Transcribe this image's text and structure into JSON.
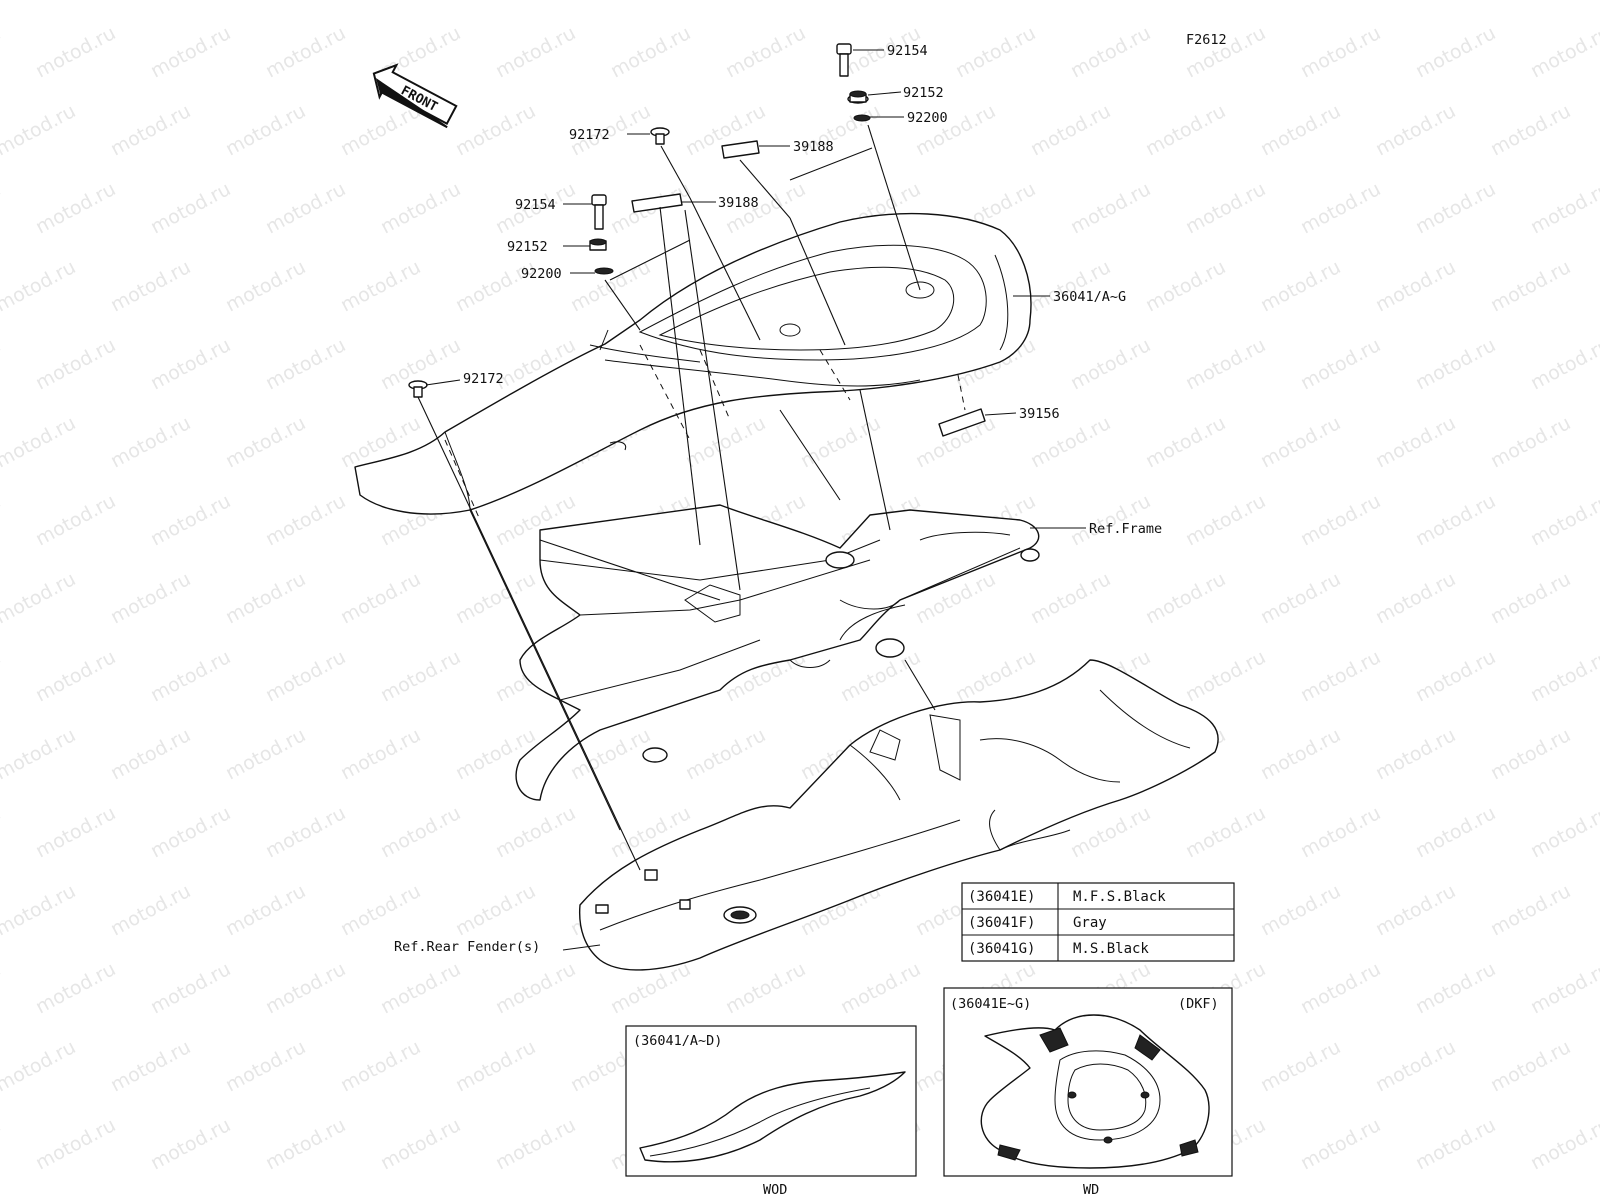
{
  "figure_code": "F2612",
  "front_label": "FRONT",
  "watermark": "motod.ru",
  "callouts": [
    {
      "id": "bolt-top",
      "text": "92154"
    },
    {
      "id": "collar-top",
      "text": "92152"
    },
    {
      "id": "washer-top",
      "text": "92200"
    },
    {
      "id": "clip-top",
      "text": "92172"
    },
    {
      "id": "label-top",
      "text": "39188"
    },
    {
      "id": "label-mid",
      "text": "39188"
    },
    {
      "id": "bolt-left",
      "text": "92154"
    },
    {
      "id": "collar-left",
      "text": "92152"
    },
    {
      "id": "washer-left",
      "text": "92200"
    },
    {
      "id": "cover",
      "text": "36041/A~G"
    },
    {
      "id": "clip-left",
      "text": "92172"
    },
    {
      "id": "label-right",
      "text": "39156"
    },
    {
      "id": "ref-frame",
      "text": "Ref.Frame"
    },
    {
      "id": "ref-fender",
      "text": "Ref.Rear Fender(s)"
    }
  ],
  "color_table": [
    {
      "code": "(36041E)",
      "color": "M.F.S.Black"
    },
    {
      "code": "(36041F)",
      "color": "Gray"
    },
    {
      "code": "(36041G)",
      "color": "M.S.Black"
    }
  ],
  "inset_left": {
    "label": "(36041/A~D)",
    "caption": "WOD"
  },
  "inset_right": {
    "label": "(36041E~G)",
    "tag": "(DKF)",
    "caption": "WD"
  }
}
